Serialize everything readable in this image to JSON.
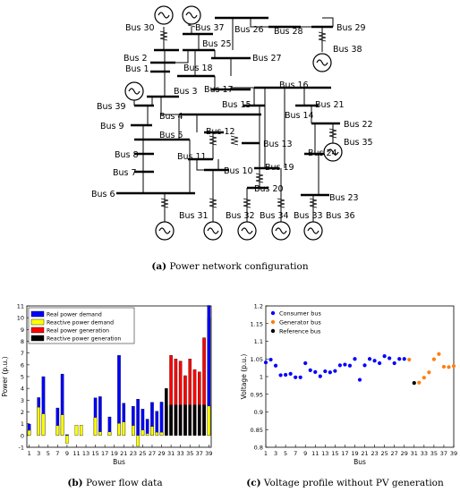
{
  "diagram": {
    "caption_tag": "(a)",
    "caption_text": "Power network configuration",
    "buses": [
      "Bus 30",
      "Bus 37",
      "Bus 25",
      "Bus 26",
      "Bus 28",
      "Bus 29",
      "Bus 38",
      "Bus 2",
      "Bus 27",
      "Bus 1",
      "Bus 18",
      "Bus 17",
      "Bus 16",
      "Bus 3",
      "Bus 39",
      "Bus 15",
      "Bus 14",
      "Bus 21",
      "Bus 4",
      "Bus 22",
      "Bus 9",
      "Bus 5",
      "Bus 12",
      "Bus 13",
      "Bus 35",
      "Bus 8",
      "Bus 11",
      "Bus 10",
      "Bus 19",
      "Bus 24",
      "Bus 7",
      "Bus 20",
      "Bus 6",
      "Bus 23",
      "Bus 31",
      "Bus 32",
      "Bus 34",
      "Bus 33",
      "Bus 36"
    ]
  },
  "charts_meta": {
    "b_caption_tag": "(b)",
    "b_caption_text": "Power flow data",
    "c_caption_tag": "(c)",
    "c_caption_text": "Voltage profile without PV generation"
  },
  "chart_data": [
    {
      "type": "bar",
      "xlabel": "Bus",
      "ylabel": "Power (p.u.)",
      "ylim": [
        -1,
        11
      ],
      "yticks": [
        -1,
        0,
        1,
        2,
        3,
        4,
        5,
        6,
        7,
        8,
        9,
        10,
        11
      ],
      "xticks": [
        1,
        3,
        5,
        7,
        9,
        11,
        13,
        15,
        17,
        19,
        21,
        23,
        25,
        27,
        29,
        31,
        33,
        35,
        37,
        39
      ],
      "legend": [
        "Real power demand",
        "Reactive power demand",
        "Real power generation",
        "Reactive power generation"
      ],
      "legend_position": "top-left",
      "colors": {
        "real_demand": "#0000ff",
        "reactive_demand": "#ffff00",
        "real_gen": "#ff0000",
        "reactive_gen": "#000000"
      },
      "real_power_demand": [
        0.97,
        0,
        3.22,
        5.0,
        0,
        0,
        2.34,
        5.22,
        0.07,
        0,
        0,
        0.09,
        0,
        0,
        3.2,
        3.3,
        0,
        1.58,
        0,
        6.8,
        2.74,
        0,
        2.48,
        3.09,
        2.24,
        1.39,
        2.81,
        2.06,
        2.84,
        0,
        0,
        0,
        0,
        0,
        0,
        0,
        0,
        0,
        11.04
      ],
      "reactive_power_demand": [
        0.44,
        0,
        2.4,
        1.84,
        0,
        0,
        0.84,
        1.76,
        -0.66,
        0,
        0.88,
        0.88,
        0,
        0,
        1.53,
        0.32,
        0,
        0.3,
        0,
        1.03,
        1.15,
        0,
        0.85,
        -0.92,
        0.47,
        0.17,
        0.76,
        0.28,
        0.27,
        0,
        0,
        0,
        0,
        0,
        0,
        0,
        0,
        0,
        2.5
      ],
      "real_power_generation": [
        0,
        0,
        0,
        0,
        0,
        0,
        0,
        0,
        0,
        0,
        0,
        0,
        0,
        0,
        0,
        0,
        0,
        0,
        0,
        0,
        0,
        0,
        0,
        0,
        0,
        0,
        0,
        0,
        0,
        2.5,
        6.8,
        6.5,
        6.32,
        5.08,
        6.5,
        5.6,
        5.4,
        8.3,
        10.0
      ],
      "reactive_power_generation": [
        0,
        0,
        0,
        0,
        0,
        0,
        0,
        0,
        0,
        0,
        0,
        0,
        0,
        0,
        0,
        0,
        0,
        0,
        0,
        0,
        0,
        0,
        0,
        0,
        0,
        0,
        0,
        0,
        0,
        4.0,
        2.6,
        2.6,
        2.6,
        2.6,
        2.6,
        2.6,
        2.6,
        2.6,
        2.6
      ]
    },
    {
      "type": "scatter",
      "xlabel": "Bus",
      "ylabel": "Voltage (p.u.)",
      "ylim": [
        0.8,
        1.2
      ],
      "yticks": [
        0.8,
        0.85,
        0.9,
        0.95,
        1,
        1.05,
        1.1,
        1.15,
        1.2
      ],
      "ytick_labels": [
        "0.8",
        "0.85",
        "0.9",
        "0.95",
        "1",
        "1.05",
        "1.1",
        "1.15",
        "1.2"
      ],
      "xticks": [
        1,
        3,
        5,
        7,
        9,
        11,
        13,
        15,
        17,
        19,
        21,
        23,
        25,
        27,
        29,
        31,
        33,
        35,
        37,
        39
      ],
      "legend": [
        "Consumer bus",
        "Generator bus",
        "Reference bus"
      ],
      "legend_position": "top-left",
      "colors": {
        "consumer": "#0000ff",
        "generator": "#ff7f0e",
        "reference": "#000000"
      },
      "series": [
        {
          "name": "Consumer bus",
          "x": [
            1,
            2,
            3,
            4,
            5,
            6,
            7,
            8,
            9,
            10,
            11,
            12,
            13,
            14,
            15,
            16,
            17,
            18,
            19,
            20,
            21,
            22,
            23,
            24,
            25,
            26,
            27,
            28,
            29
          ],
          "y": [
            1.04,
            1.048,
            1.031,
            1.004,
            1.005,
            1.008,
            0.998,
            0.998,
            1.038,
            1.018,
            1.013,
            1.001,
            1.015,
            1.012,
            1.016,
            1.032,
            1.034,
            1.031,
            1.05,
            0.991,
            1.032,
            1.05,
            1.045,
            1.038,
            1.058,
            1.052,
            1.038,
            1.05,
            1.05
          ]
        },
        {
          "name": "Generator bus",
          "x": [
            30,
            32,
            33,
            34,
            35,
            36,
            37,
            38,
            39
          ],
          "y": [
            1.048,
            0.983,
            0.997,
            1.012,
            1.049,
            1.064,
            1.028,
            1.027,
            1.03
          ]
        },
        {
          "name": "Reference bus",
          "x": [
            31
          ],
          "y": [
            0.982
          ]
        }
      ]
    }
  ]
}
